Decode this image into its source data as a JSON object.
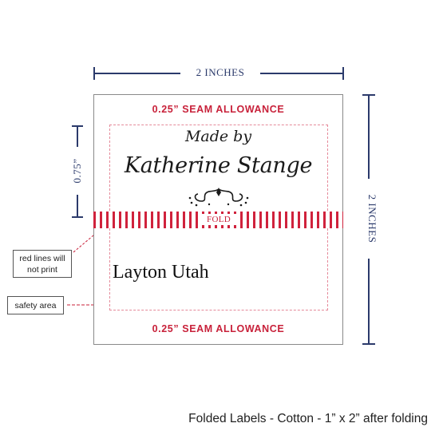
{
  "dimensions": {
    "width_label": "2 INCHES",
    "height_label": "2 INCHES",
    "fold_height_label": "0.75”"
  },
  "label": {
    "seam_top": "0.25” SEAM ALLOWANCE",
    "seam_bottom": "0.25” SEAM ALLOWANCE",
    "made_by": "Made by",
    "name": "Katherine Stange",
    "fold": "FOLD",
    "city": "Layton Utah"
  },
  "callouts": {
    "red_lines": "red lines will not print",
    "safety_area": "safety area"
  },
  "footer": "Folded Labels - Cotton - 1” x 2” after folding",
  "colors": {
    "accent_red": "#c8213a",
    "dimension_navy": "#2b3a6b"
  }
}
